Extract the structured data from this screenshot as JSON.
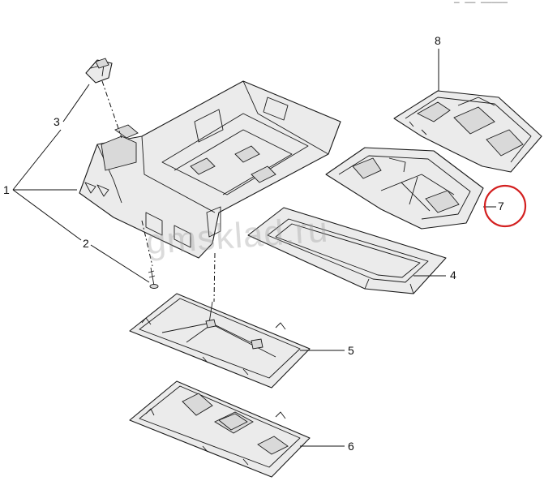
{
  "header_fragment": "― ―― ―――――",
  "watermark": "gmsklad.ru",
  "callouts": {
    "c1": "1",
    "c2": "2",
    "c3": "3",
    "c4": "4",
    "c5": "5",
    "c6": "6",
    "c7": "7",
    "c8": "8"
  },
  "highlight_color": "#d32020"
}
